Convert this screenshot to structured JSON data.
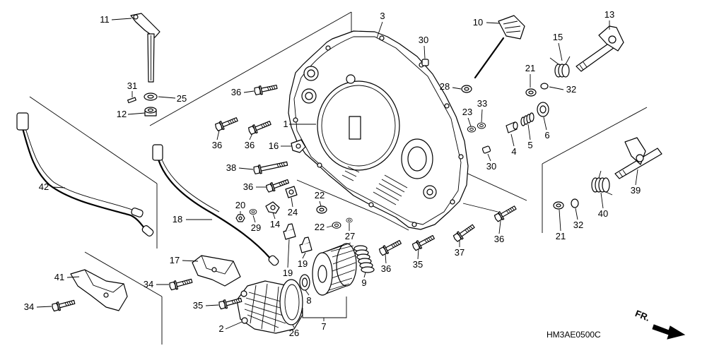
{
  "callouts": [
    {
      "label": "11"
    },
    {
      "label": "3"
    },
    {
      "label": "10"
    },
    {
      "label": "13"
    },
    {
      "label": "30"
    },
    {
      "label": "15"
    },
    {
      "label": "31"
    },
    {
      "label": "25"
    },
    {
      "label": "36"
    },
    {
      "label": "21"
    },
    {
      "label": "32"
    },
    {
      "label": "28"
    },
    {
      "label": "33"
    },
    {
      "label": "12"
    },
    {
      "label": "23"
    },
    {
      "label": "1"
    },
    {
      "label": "6"
    },
    {
      "label": "36"
    },
    {
      "label": "36"
    },
    {
      "label": "16"
    },
    {
      "label": "4"
    },
    {
      "label": "5"
    },
    {
      "label": "30"
    },
    {
      "label": "38"
    },
    {
      "label": "42"
    },
    {
      "label": "36"
    },
    {
      "label": "22"
    },
    {
      "label": "39"
    },
    {
      "label": "20"
    },
    {
      "label": "24"
    },
    {
      "label": "14"
    },
    {
      "label": "29"
    },
    {
      "label": "22"
    },
    {
      "label": "27"
    },
    {
      "label": "18"
    },
    {
      "label": "40"
    },
    {
      "label": "21"
    },
    {
      "label": "32"
    },
    {
      "label": "36"
    },
    {
      "label": "37"
    },
    {
      "label": "17"
    },
    {
      "label": "19"
    },
    {
      "label": "19"
    },
    {
      "label": "36"
    },
    {
      "label": "35"
    },
    {
      "label": "9"
    },
    {
      "label": "34"
    },
    {
      "label": "41"
    },
    {
      "label": "8"
    },
    {
      "label": "35"
    },
    {
      "label": "34"
    },
    {
      "label": "7"
    },
    {
      "label": "2"
    },
    {
      "label": "26"
    }
  ],
  "orientation_label": "FR.",
  "diagram_code": "HM3AE0500C",
  "colors": {
    "ink": "#000000",
    "background": "#ffffff"
  }
}
